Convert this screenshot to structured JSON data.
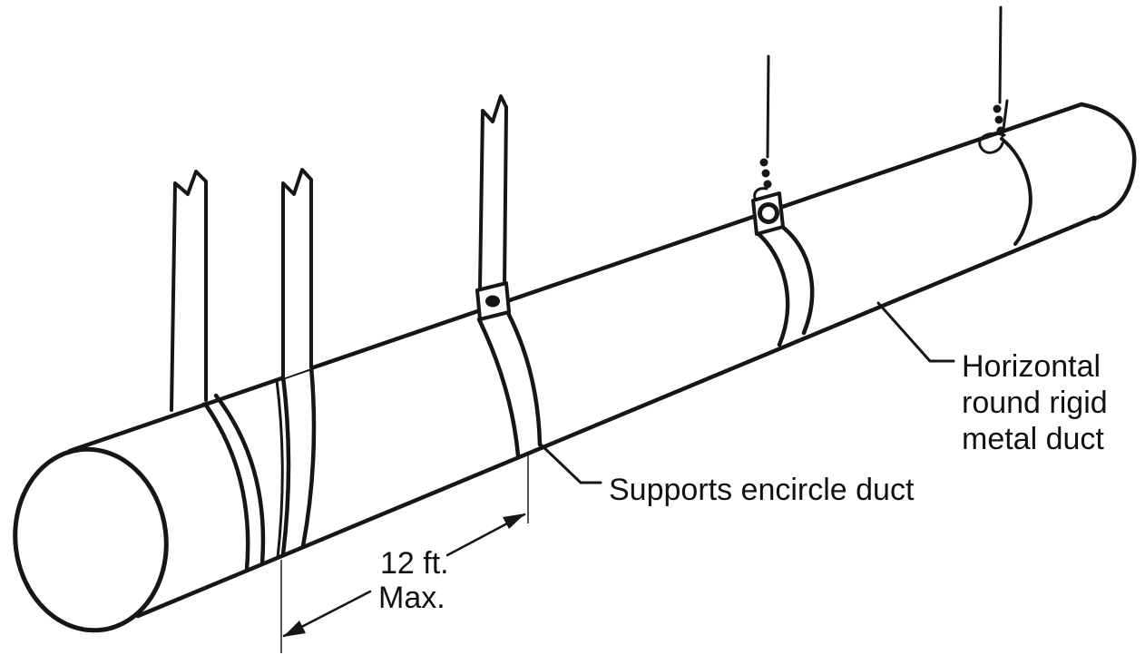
{
  "figure": {
    "type": "technical-line-diagram",
    "subject": "Duct hanging supports",
    "components": [
      "horizontal-round-rigid-metal-duct",
      "strap-hanger",
      "strap-hanger",
      "strap-hanger-with-buckle",
      "wire-hanger-with-tab",
      "wire-hanger-twisted"
    ]
  },
  "labels": {
    "supports": "Supports encircle duct",
    "duct_lines": [
      "Horizontal",
      "round rigid",
      "metal duct"
    ],
    "dimension_value": "12 ft.",
    "dimension_qualifier": "Max."
  },
  "colors": {
    "ink": "#161616",
    "background": "#ffffff",
    "text": "#111111"
  }
}
